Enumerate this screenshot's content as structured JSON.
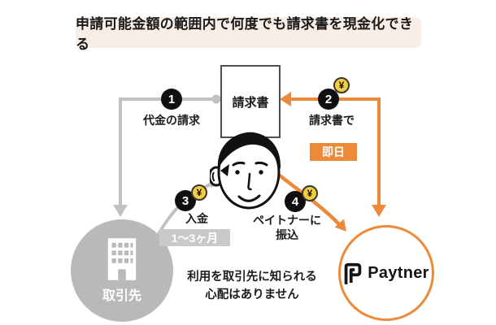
{
  "banner": {
    "text": "申請可能金額の範囲内で何度でも請求書を現金化できる"
  },
  "invoice_box": {
    "label": "請求書"
  },
  "steps": [
    {
      "num": "1",
      "label": "代金の請求"
    },
    {
      "num": "2",
      "label": "請求書で"
    },
    {
      "num": "3",
      "label": "入金"
    },
    {
      "num": "4",
      "label": "ペイトナーに\n振込"
    }
  ],
  "badges": {
    "same_day": "即日",
    "period": "1〜3ヶ月"
  },
  "coin": {
    "symbol": "¥"
  },
  "entities": {
    "client": "取引先",
    "brand": "Paytner"
  },
  "note": {
    "text": "利用を取引先に知られる\n心配はありません"
  },
  "icons": {
    "coin": "yen-coin-icon",
    "building": "building-icon",
    "person": "person-face-illustration",
    "logo": "paytner-logo-icon"
  },
  "colors": {
    "accent_orange": "#ED8A3A",
    "arrow_gray": "#C1C1C1",
    "circle_gray": "#B9B9B9",
    "badge_gray": "#C9C9C9",
    "coin_yellow": "#F3CE43",
    "banner_bg": "#F8EEE6",
    "ink_black": "#1A1A1A"
  }
}
